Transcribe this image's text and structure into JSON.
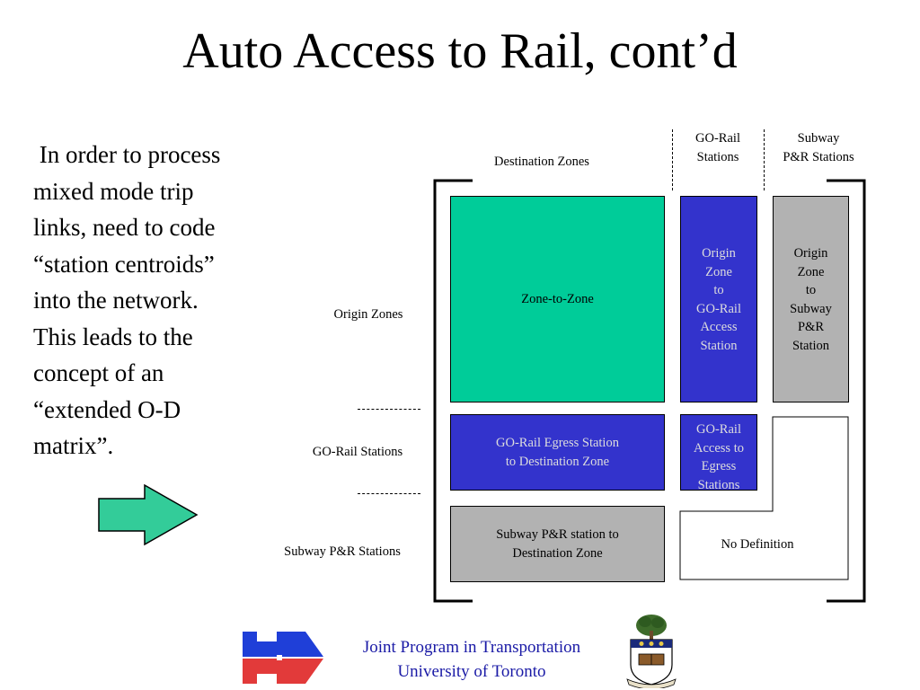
{
  "slide": {
    "title": "Auto Access to Rail, cont’d",
    "body_lines": [
      " In order to process",
      "mixed mode trip",
      "links, need to code",
      "“station centroids”",
      "into the network.",
      "This leads to the",
      "concept of an",
      "“extended O-D",
      "matrix”."
    ]
  },
  "diagram": {
    "column_headers": {
      "destination_zones": "Destination Zones",
      "go_rail_stations": [
        "GO-Rail",
        "Stations"
      ],
      "subway_pr_stations": [
        "Subway",
        "P&R Stations"
      ]
    },
    "row_headers": {
      "origin_zones": "Origin Zones",
      "go_rail_stations": "GO-Rail Stations",
      "subway_pr_stations": "Subway P&R Stations"
    },
    "cells": {
      "zone_to_zone": [
        "Zone-to-Zone"
      ],
      "origin_to_go": [
        "Origin",
        "Zone",
        "to",
        "GO-Rail",
        "Access",
        "Station"
      ],
      "origin_to_subway": [
        "Origin",
        "Zone",
        "to",
        "Subway",
        "P&R",
        "Station"
      ],
      "go_egress": [
        "GO-Rail Egress Station",
        "to Destination Zone"
      ],
      "go_access_egress": [
        "GO-Rail",
        "Access to",
        "Egress",
        "Stations"
      ],
      "subway_to_dest": [
        "Subway P&R station to",
        "Destination Zone"
      ],
      "no_definition": [
        "No Definition"
      ]
    },
    "colors": {
      "zone_to_zone": "#00cc99",
      "go_rail": "#3333cc",
      "subway": "#b2b2b2",
      "arrow": "#33cc99"
    }
  },
  "footer": {
    "program": "Joint Program in Transportation",
    "university": "University of Toronto",
    "logo_icon": "joint-program-logo",
    "crest_icon": "university-crest"
  }
}
